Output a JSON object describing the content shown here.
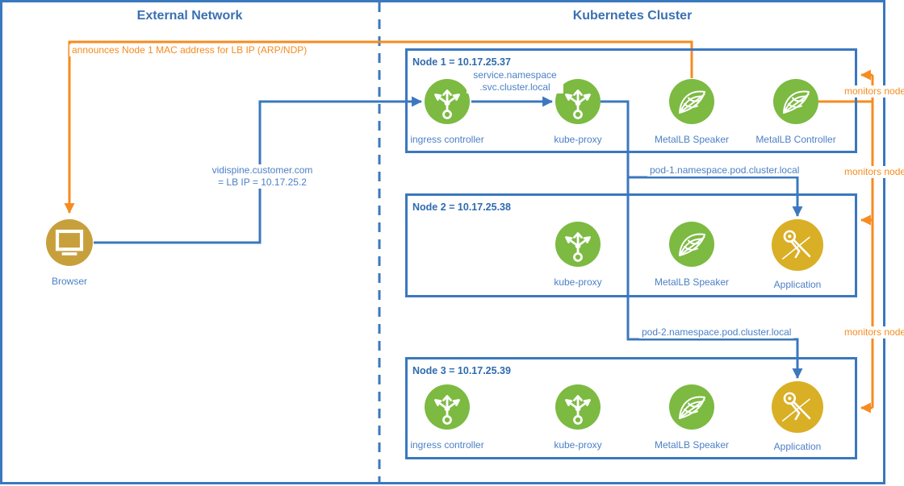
{
  "titles": {
    "external": "External Network",
    "cluster": "Kubernetes Cluster"
  },
  "external": {
    "browser_label": "Browser",
    "browser_icon": "browser-monitor-icon"
  },
  "nodes": [
    {
      "title": "Node 1 = 10.17.25.37",
      "components": [
        {
          "label": "ingress controller",
          "icon": "kubernetes-service-icon"
        },
        {
          "label": "kube-proxy",
          "icon": "kubernetes-service-icon"
        },
        {
          "label": "MetalLB Speaker",
          "icon": "metallb-icon"
        },
        {
          "label": "MetalLB Controller",
          "icon": "metallb-icon"
        }
      ]
    },
    {
      "title": "Node 2 = 10.17.25.38",
      "components": [
        {
          "label": "kube-proxy",
          "icon": "kubernetes-service-icon"
        },
        {
          "label": "MetalLB Speaker",
          "icon": "metallb-icon"
        },
        {
          "label": "Application",
          "icon": "application-compass-icon"
        }
      ]
    },
    {
      "title": "Node 3 = 10.17.25.39",
      "components": [
        {
          "label": "ingress controller",
          "icon": "kubernetes-service-icon"
        },
        {
          "label": "kube-proxy",
          "icon": "kubernetes-service-icon"
        },
        {
          "label": "MetalLB Speaker",
          "icon": "metallb-icon"
        },
        {
          "label": "Application",
          "icon": "application-compass-icon"
        }
      ]
    }
  ],
  "edge_labels": {
    "announce": "announces Node 1 MAC address for LB IP (ARP/NDP)",
    "vidispine": [
      "vidispine.customer.com",
      "= LB IP = 10.17.25.2"
    ],
    "service_dns": [
      "service.namespace",
      ".svc.cluster.local"
    ],
    "pod1": "pod-1.namespace.pod.cluster.local",
    "pod2": "pod-2.namespace.pod.cluster.local",
    "monitors": [
      "monitors node",
      "monitors node",
      "monitors node"
    ]
  },
  "colors": {
    "line_blue": "#3B78BE",
    "text_blue": "#4C80C6",
    "title_blue": "#2F6BAE",
    "orange": "#F68B1F",
    "green": "#7CBA42",
    "gold_application": "#D9AF25",
    "gold_browser": "#C7A03C"
  }
}
